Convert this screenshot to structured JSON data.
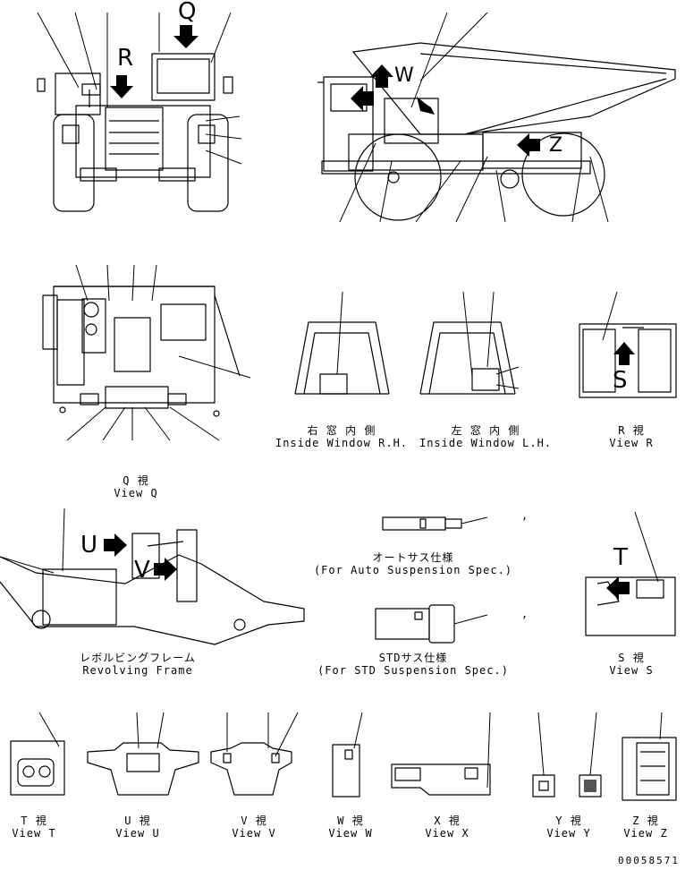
{
  "view_letters": {
    "q": "Q",
    "r": "R",
    "w": "W",
    "z": "Z",
    "u": "U",
    "v": "V",
    "s": "S",
    "t": "T"
  },
  "captions": {
    "view_q": {
      "jp": "Q 視",
      "en": "View Q"
    },
    "inside_rh": {
      "jp": "右 窓 内 側",
      "en": "Inside Window R.H."
    },
    "inside_lh": {
      "jp": "左 窓 内 側",
      "en": "Inside Window L.H."
    },
    "view_r": {
      "jp": "R 視",
      "en": "View R"
    },
    "auto_susp": {
      "jp": "オートサス仕様",
      "en": "(For Auto Suspension Spec.)"
    },
    "std_susp": {
      "jp": "STDサス仕様",
      "en": "(For STD Suspension Spec.)"
    },
    "revolving": {
      "jp": "レボルビングフレーム",
      "en": "Revolving Frame"
    },
    "view_s": {
      "jp": "S 視",
      "en": "View S"
    },
    "view_t": {
      "jp": "T 視",
      "en": "View T"
    },
    "view_u": {
      "jp": "U 視",
      "en": "View U"
    },
    "view_v": {
      "jp": "V 視",
      "en": "View V"
    },
    "view_w": {
      "jp": "W 視",
      "en": "View W"
    },
    "view_x": {
      "jp": "X 視",
      "en": "View X"
    },
    "view_y": {
      "jp": "Y 視",
      "en": "View Y"
    },
    "view_z": {
      "jp": "Z 視",
      "en": "View Z"
    }
  },
  "document_number": "00058571"
}
